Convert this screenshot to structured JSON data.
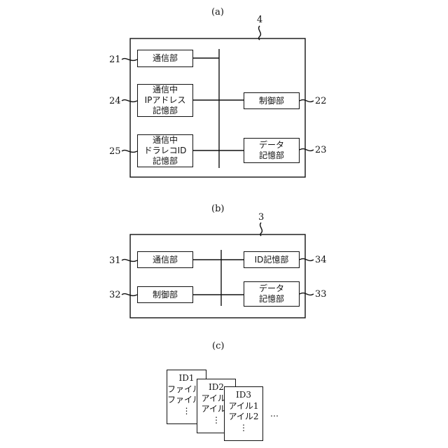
{
  "panel_a": {
    "caption": "(a)",
    "ref": "4",
    "blocks": [
      {
        "ref": "21",
        "lines": [
          "通信部"
        ]
      },
      {
        "ref": "24",
        "lines": [
          "通信中",
          "IPアドレス",
          "記憶部"
        ]
      },
      {
        "ref": "25",
        "lines": [
          "通信中",
          "ドラレコID",
          "記憶部"
        ]
      },
      {
        "ref": "22",
        "lines": [
          "制御部"
        ]
      },
      {
        "ref": "23",
        "lines": [
          "データ",
          "記憶部"
        ]
      }
    ]
  },
  "panel_b": {
    "caption": "(b)",
    "ref": "3",
    "blocks": [
      {
        "ref": "31",
        "lines": [
          "通信部"
        ]
      },
      {
        "ref": "32",
        "lines": [
          "制御部"
        ]
      },
      {
        "ref": "34",
        "lines": [
          "ID記憶部"
        ]
      },
      {
        "ref": "33",
        "lines": [
          "データ",
          "記憶部"
        ]
      }
    ]
  },
  "panel_c": {
    "caption": "(c)",
    "files": [
      {
        "lines": [
          "ID1",
          "ファイル1",
          "ファイル2",
          "⋮"
        ]
      },
      {
        "lines": [
          "ID2",
          "アイル1",
          "アイル2",
          "⋮"
        ]
      },
      {
        "lines": [
          "ID3",
          "アイル1",
          "アイル2",
          "⋮"
        ]
      }
    ],
    "more": "…"
  }
}
